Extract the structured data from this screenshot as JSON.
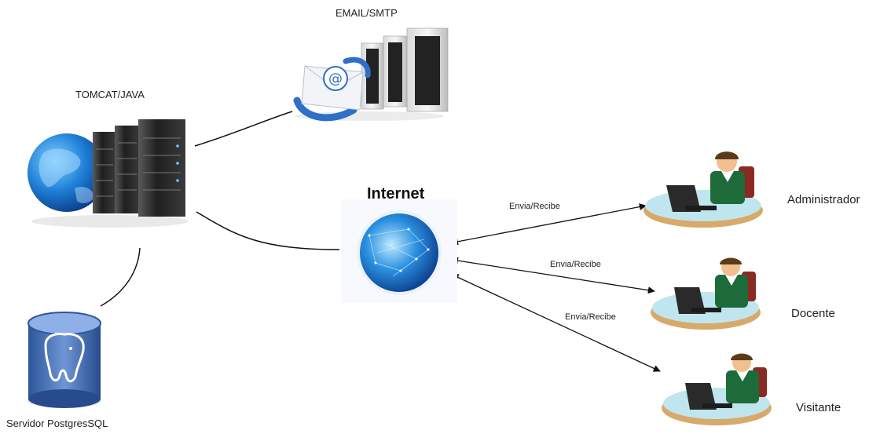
{
  "nodes": {
    "tomcat": {
      "label": "TOMCAT/JAVA",
      "icons": [
        "globe-icon",
        "server-rack-icon"
      ]
    },
    "email": {
      "label": "EMAIL/SMTP",
      "icons": [
        "email-envelope-icon",
        "server-rack-icon"
      ]
    },
    "internet": {
      "label": "Internet",
      "icons": [
        "internet-globe-icon"
      ]
    },
    "database": {
      "label": "Servidor PostgresSQL",
      "icons": [
        "postgresql-database-icon"
      ]
    },
    "roles": [
      {
        "label": "Administrador",
        "icon": "user-at-desk-icon"
      },
      {
        "label": "Docente",
        "icon": "user-at-desk-icon"
      },
      {
        "label": "Visitante",
        "icon": "user-at-desk-icon"
      }
    ]
  },
  "edges": [
    {
      "from": "internet",
      "to": "Administrador",
      "label": "Envia/Recibe"
    },
    {
      "from": "internet",
      "to": "Docente",
      "label": "Envia/Recibe"
    },
    {
      "from": "internet",
      "to": "Visitante",
      "label": "Envia/Recibe"
    }
  ],
  "colors": {
    "line": "#111111",
    "globe": "#1f7fd6",
    "server": "#2b2b2b",
    "db": "#3b66b0",
    "shirt": "#1e6b3a",
    "desk": "#bfe6ee"
  }
}
